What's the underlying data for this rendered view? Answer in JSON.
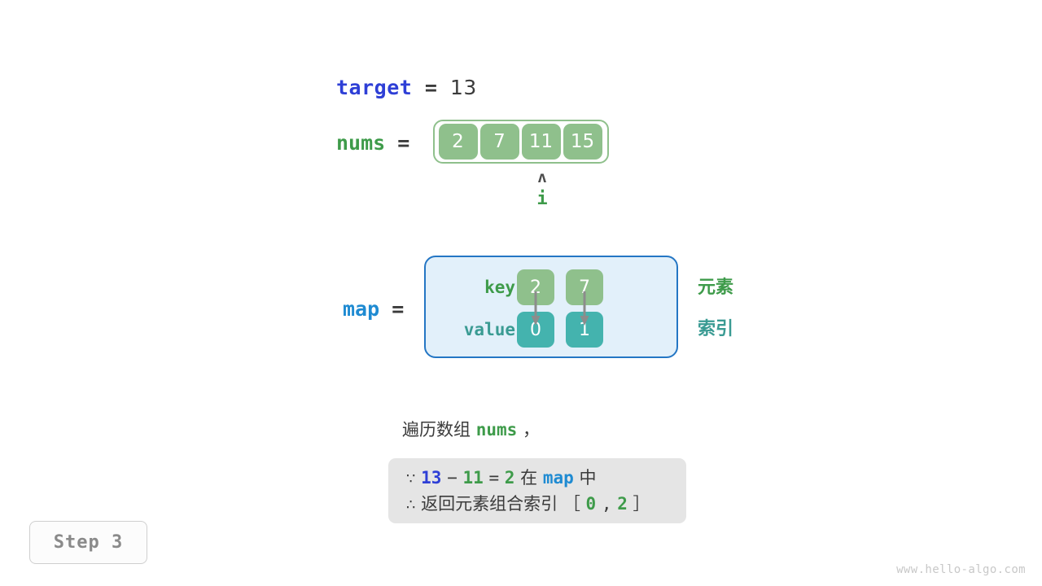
{
  "background": "#ffffff",
  "colors": {
    "blue_var": "#2E3FD6",
    "light_blue_var": "#1F8BD2",
    "green_var": "#3E9B4A",
    "cell_green": "#8FC08C",
    "cell_teal": "#44B3AE",
    "map_fill": "#E2F0FA",
    "map_border": "#2476C4",
    "box_gray": "#E5E5E5",
    "text_dark": "#3b3b3b",
    "muted": "#8A8A8A"
  },
  "target": {
    "name": "target",
    "equals": "=",
    "value": "13"
  },
  "nums": {
    "name": "nums",
    "equals": "=",
    "cells": [
      "2",
      "7",
      "11",
      "15"
    ],
    "pointer": {
      "caret": "ʌ",
      "label": "i",
      "index": 2
    }
  },
  "map": {
    "name": "map",
    "equals": "=",
    "row_labels": {
      "key": "key",
      "value": "value"
    },
    "entries": [
      {
        "key": "2",
        "value": "0"
      },
      {
        "key": "7",
        "value": "1"
      }
    ],
    "side_notes": {
      "element": "元素",
      "index": "索引"
    }
  },
  "narrative": {
    "prefix": "遍历数组",
    "code": "nums",
    "suffix": "，"
  },
  "conclusion": {
    "line1": {
      "symbol": "∵",
      "a": "13",
      "minus": "−",
      "b": "11",
      "eq": "=",
      "result": "2",
      "mid": "在",
      "map": "map",
      "end": "中"
    },
    "line2": {
      "symbol": "∴",
      "text": "返回元素组合索引",
      "bracket_open": "［",
      "idx1": "0",
      "comma": ",",
      "idx2": "2",
      "bracket_close": "］"
    }
  },
  "step_badge": "Step 3",
  "watermark": "www.hello-algo.com"
}
